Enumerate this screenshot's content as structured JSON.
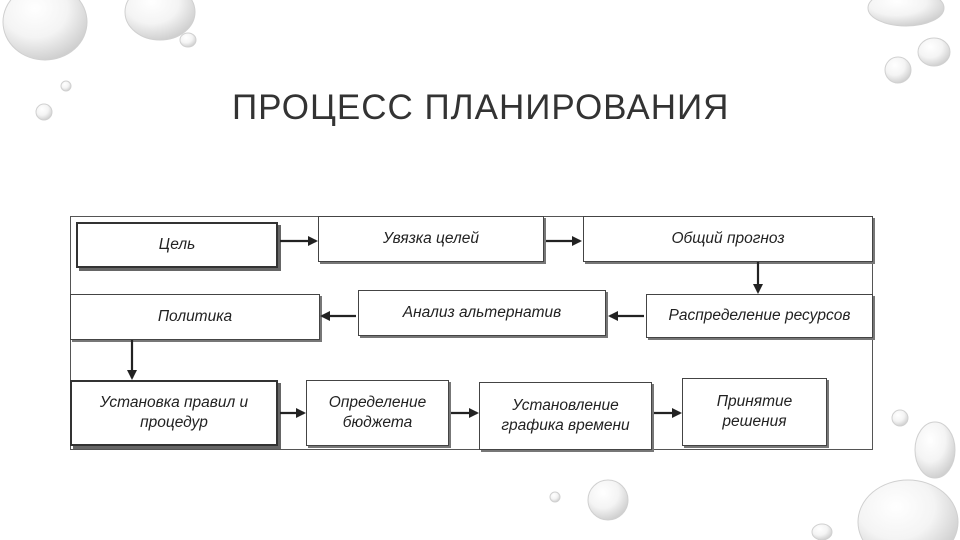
{
  "title": "ПРОЦЕСС ПЛАНИРОВАНИЯ",
  "steps": {
    "goal": "Цель",
    "goal_alignment": "Увязка целей",
    "general_forecast": "Общий прогноз",
    "resource_allocation": "Распределение ресурсов",
    "alternatives_analysis": "Анализ альтернатив",
    "policy": "Политика",
    "rules_procedures": "Установка правил и процедур",
    "budget": "Определение бюджета",
    "schedule": "Установление графика времени",
    "decision": "Принятие решения"
  }
}
